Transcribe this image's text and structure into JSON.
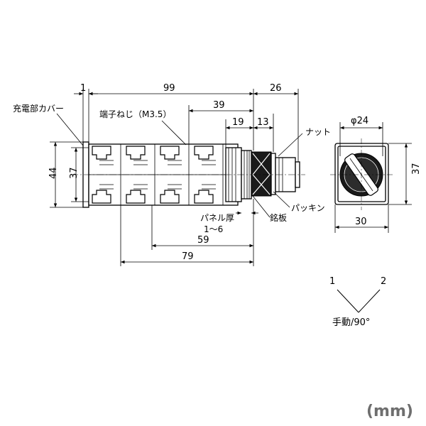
{
  "dimensions": {
    "d1": "1",
    "d99": "99",
    "d26": "26",
    "d39": "39",
    "d19": "19",
    "d13": "13",
    "d44": "44",
    "d37_left": "37",
    "d59": "59",
    "d79": "79",
    "d24": "φ24",
    "d37_right": "37",
    "d30": "30"
  },
  "labels": {
    "charging_cover": "充電部カバー",
    "terminal_screw": "端子ねじ（M3.5）",
    "nut": "ナット",
    "packing": "パッキン",
    "panel_thickness": "パネル厚",
    "panel_range": "1～6",
    "nameplate": "銘板"
  },
  "operation": {
    "pos1": "1",
    "pos2": "2",
    "mode": "手動/90°"
  },
  "unit": "(mm)"
}
